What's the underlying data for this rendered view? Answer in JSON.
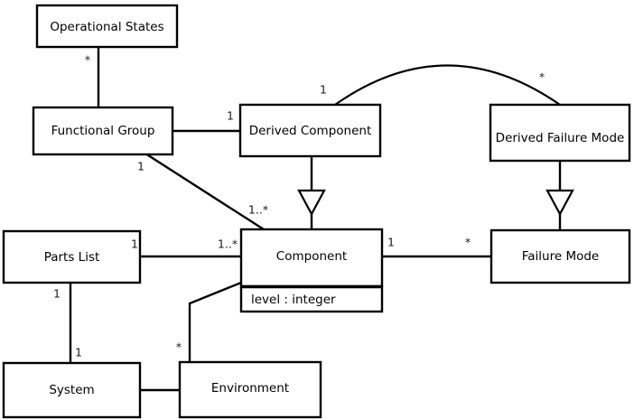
{
  "diagram": {
    "type": "uml-class-diagram",
    "title": "",
    "background_color": "#ffffff",
    "line_color": "#000000",
    "box_fill": "#ffffff",
    "classes": [
      {
        "id": "operational-states",
        "name": "Operational States",
        "attributes": []
      },
      {
        "id": "functional-group",
        "name": "Functional Group",
        "attributes": []
      },
      {
        "id": "derived-component",
        "name": "Derived Component",
        "attributes": []
      },
      {
        "id": "derived-failure-mode",
        "name": "Derived Failure Mode",
        "attributes": []
      },
      {
        "id": "parts-list",
        "name": "Parts List",
        "attributes": []
      },
      {
        "id": "component",
        "name": "Component",
        "attributes": [
          "level : integer"
        ]
      },
      {
        "id": "failure-mode",
        "name": "Failure Mode",
        "attributes": []
      },
      {
        "id": "system",
        "name": "System",
        "attributes": []
      },
      {
        "id": "environment",
        "name": "Environment",
        "attributes": []
      }
    ],
    "multiplicities": [
      {
        "id": "opstates-to-fgroup",
        "label": "*"
      },
      {
        "id": "fgroup-to-derivedcomponent",
        "label": "1"
      },
      {
        "id": "fgroup-to-component",
        "label": "1"
      },
      {
        "id": "component-from-fgroup",
        "label": "1..*"
      },
      {
        "id": "derivedcomponent-arc-end",
        "label": "1"
      },
      {
        "id": "derivedfailuremode-arc-end",
        "label": "*"
      },
      {
        "id": "partslist-to-component",
        "label": "1"
      },
      {
        "id": "component-from-partslist",
        "label": "1..*"
      },
      {
        "id": "component-to-failuremode",
        "label": "1"
      },
      {
        "id": "failuremode-from-component",
        "label": "*"
      },
      {
        "id": "partslist-to-system",
        "label": "1"
      },
      {
        "id": "system-from-partslist",
        "label": "1"
      },
      {
        "id": "environment-to-component",
        "label": "*"
      }
    ],
    "generalizations": [
      {
        "id": "derivedcomponent-to-component",
        "from": "Derived Component",
        "to": "Component"
      },
      {
        "id": "derivedfailuremode-to-failuremode",
        "from": "Derived Failure Mode",
        "to": "Failure Mode"
      }
    ],
    "associations": [
      {
        "id": "opstates-fgroup",
        "from": "Operational States",
        "to": "Functional Group"
      },
      {
        "id": "fgroup-derivedcomponent",
        "from": "Functional Group",
        "to": "Derived Component"
      },
      {
        "id": "fgroup-component",
        "from": "Functional Group",
        "to": "Component"
      },
      {
        "id": "derivedcomponent-derivedfm",
        "from": "Derived Component",
        "to": "Derived Failure Mode"
      },
      {
        "id": "partslist-component",
        "from": "Parts List",
        "to": "Component"
      },
      {
        "id": "component-failuremode",
        "from": "Component",
        "to": "Failure Mode"
      },
      {
        "id": "partslist-system",
        "from": "Parts List",
        "to": "System"
      },
      {
        "id": "system-environment",
        "from": "System",
        "to": "Environment"
      },
      {
        "id": "environment-component",
        "from": "Environment",
        "to": "Component"
      }
    ]
  }
}
